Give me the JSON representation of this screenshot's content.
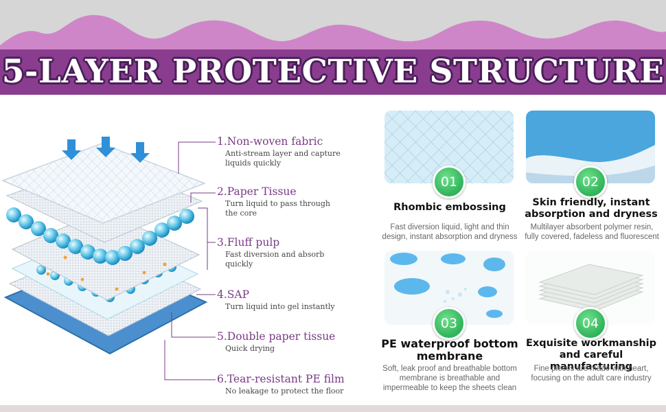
{
  "title": "5-LAYER PROTECTIVE STRUCTURE",
  "colors": {
    "accent": "#8a3d8f",
    "wave": "#cf86c8",
    "badge": "#3cbf63"
  },
  "layers": [
    {
      "title": "1.Non-woven fabric",
      "desc": [
        "Anti-stream layer and capture",
        "liquids quickly"
      ]
    },
    {
      "title": "2.Paper Tissue",
      "desc": [
        "Turn liquid to pass through",
        "the core"
      ]
    },
    {
      "title": "3.Fluff pulp",
      "desc": [
        "Fast diversion and absorb",
        "quickly"
      ]
    },
    {
      "title": "4.SAP",
      "desc": [
        "Turn liquid into gel instantly"
      ]
    },
    {
      "title": "5.Double paper tissue",
      "desc": [
        "Quick drying"
      ]
    },
    {
      "title": "6.Tear-resistant PE film",
      "desc": [
        "No leakage to protect the floor"
      ]
    }
  ],
  "features": [
    {
      "badge": "01",
      "title": [
        "Rhombic embossing"
      ],
      "desc": [
        "Fast diversion liquid, light and thin",
        "design, instant absorption and dryness"
      ],
      "icon": "rhombic-texture-image"
    },
    {
      "badge": "02",
      "title": [
        "Skin friendly, instant",
        "absorption and dryness"
      ],
      "desc": [
        "Multilayer absorbent polymer resin,",
        "fully covered, fadeless and fluorescent"
      ],
      "icon": "absorbent-core-image"
    },
    {
      "badge": "03",
      "title": [
        "PE waterproof bottom",
        "membrane"
      ],
      "desc": [
        "Soft, leak proof and breathable bottom",
        "membrane is breathable and",
        "impermeable to keep the sheets clean"
      ],
      "icon": "water-droplets-image"
    },
    {
      "badge": "04",
      "title": [
        "Exquisite workmanship",
        "and careful manufacturing"
      ],
      "desc": [
        "Fine pieces are made with heart,",
        "focusing on the adult care industry"
      ],
      "icon": "pad-stack-image"
    }
  ]
}
